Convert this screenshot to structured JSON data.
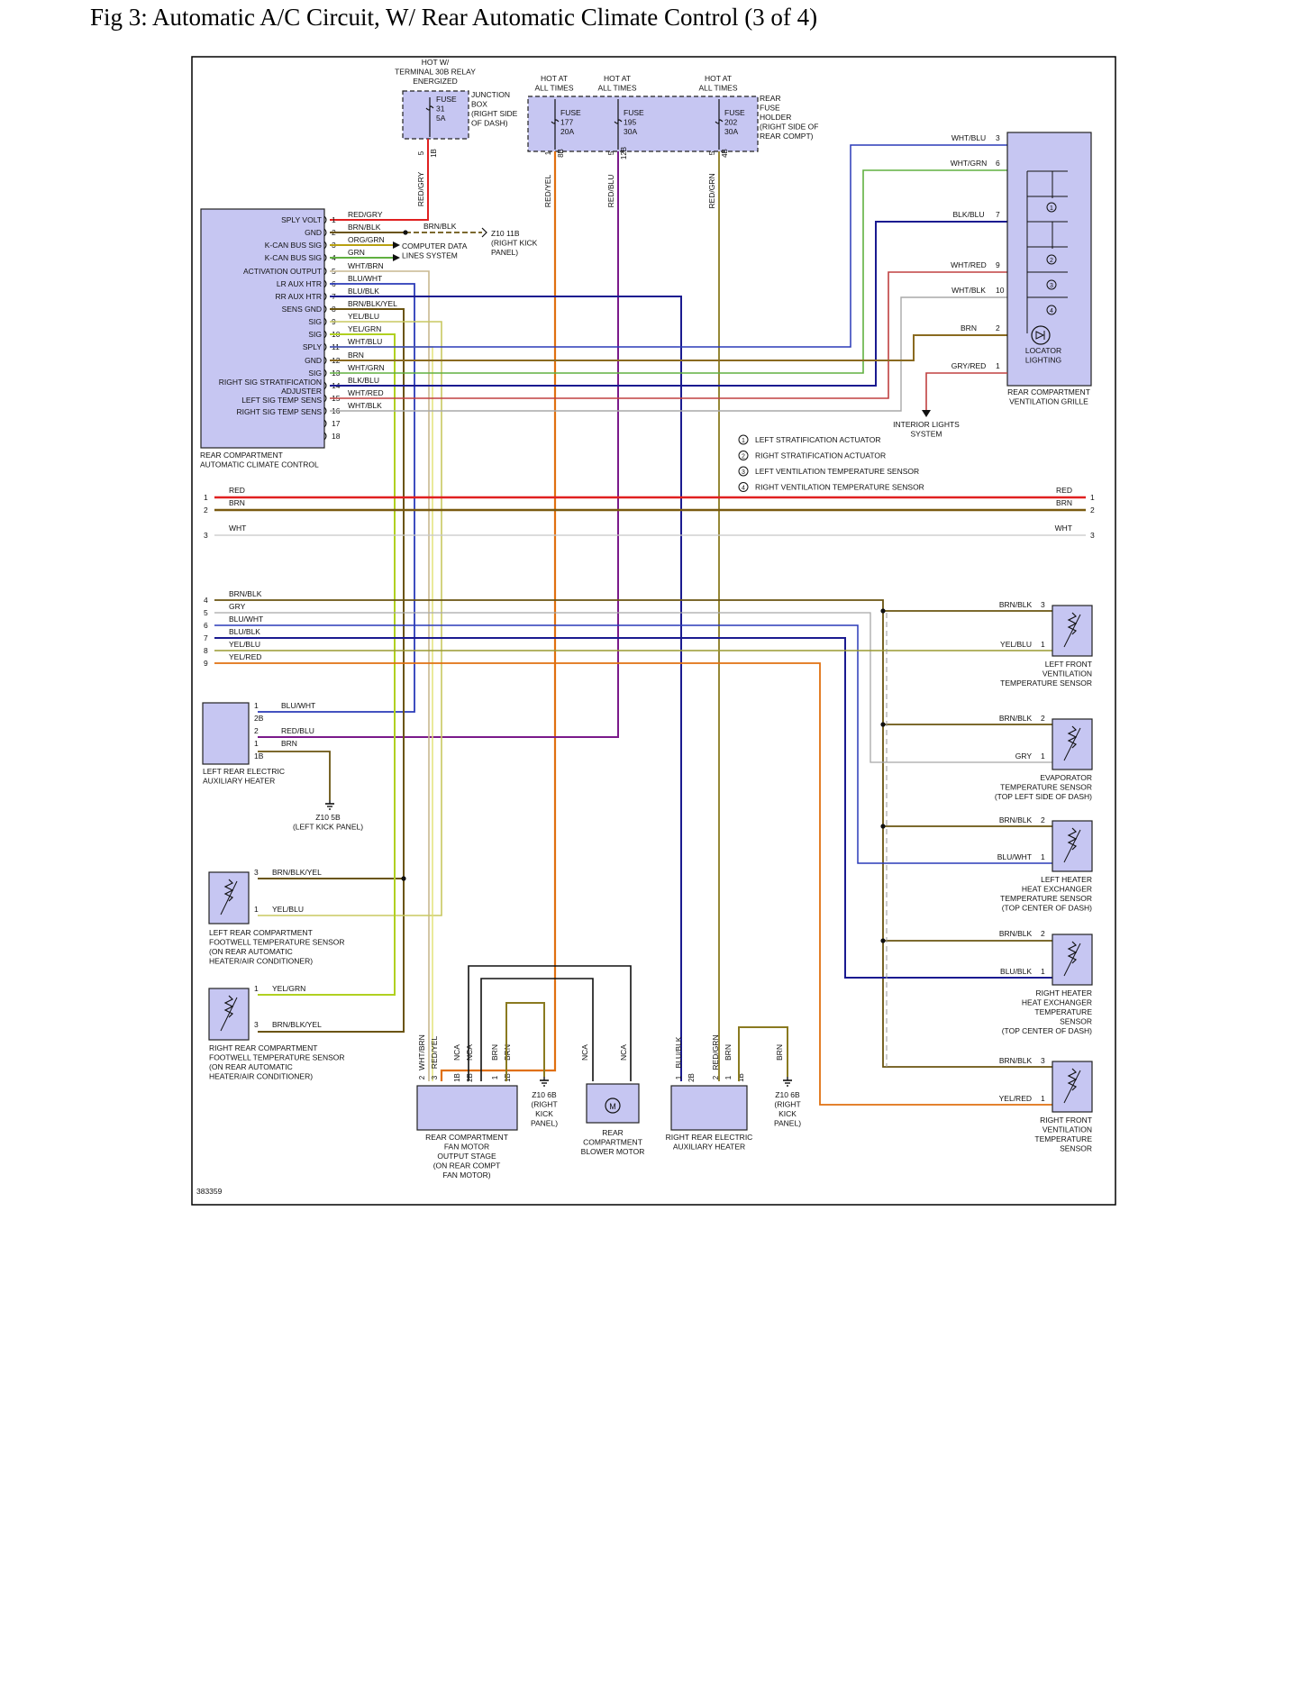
{
  "title": "Fig 3: Automatic A/C Circuit, W/ Rear Automatic Climate Control (3 of 4)",
  "diagram_id": "383359",
  "top": {
    "relay_label": [
      "HOT W/",
      "TERMINAL 30B RELAY",
      "ENERGIZED"
    ],
    "fuse31": [
      "FUSE",
      "31",
      "5A"
    ],
    "junction_box": [
      "JUNCTION",
      "BOX",
      "(RIGHT SIDE",
      "OF DASH)"
    ],
    "hot_at_all_times": [
      "HOT AT",
      "ALL TIMES"
    ],
    "fuse177": [
      "FUSE",
      "177",
      "20A"
    ],
    "fuse195": [
      "FUSE",
      "195",
      "30A"
    ],
    "fuse202": [
      "FUSE",
      "202",
      "30A"
    ],
    "rear_fuse_holder": [
      "REAR",
      "FUSE",
      "HOLDER",
      "(RIGHT SIDE OF",
      "REAR COMPT)"
    ],
    "vert_labels": [
      "RED/GRY",
      "RED/YEL",
      "RED/BLU",
      "RED/GRN"
    ],
    "pin_labels": [
      "5",
      "1B",
      "1",
      "8B",
      "5",
      "12B",
      "5",
      "4B"
    ]
  },
  "ecu": {
    "pin_labels": [
      "SPLY VOLT",
      "GND",
      "K-CAN BUS SIG",
      "K-CAN BUS SIG",
      "ACTIVATION OUTPUT",
      "LR AUX HTR",
      "RR AUX HTR",
      "SENS GND",
      "SIG",
      "SIG",
      "SPLY",
      "GND",
      "SIG",
      "RIGHT SIG STRATIFICATION",
      "ADJUSTER",
      "LEFT SIG TEMP SENS",
      "RIGHT SIG TEMP SENS"
    ],
    "pins": [
      "1",
      "2",
      "3",
      "4",
      "5",
      "6",
      "7",
      "8",
      "9",
      "10",
      "11",
      "12",
      "13",
      "14",
      "15",
      "16",
      "17",
      "18"
    ],
    "wires": [
      "RED/GRY",
      "BRN/BLK",
      "ORG/GRN",
      "GRN",
      "WHT/BRN",
      "BLU/WHT",
      "BLU/BLK",
      "BRN/BLK/YEL",
      "YEL/BLU",
      "YEL/GRN",
      "WHT/BLU",
      "BRN",
      "WHT/GRN",
      "BLK/BLU",
      "WHT/RED",
      "WHT/BLK"
    ],
    "name": [
      "REAR COMPARTMENT",
      "AUTOMATIC CLIMATE CONTROL"
    ],
    "brnblk_label": "BRN/BLK",
    "z10_11b": [
      "Z10 11B",
      "(RIGHT KICK",
      "PANEL)"
    ],
    "cdl": [
      "COMPUTER DATA",
      "LINES SYSTEM"
    ]
  },
  "grille": {
    "wires": [
      "WHT/BLU",
      "WHT/GRN",
      "BLK/BLU",
      "WHT/RED",
      "WHT/BLK",
      "BRN",
      "GRY/RED"
    ],
    "pins": [
      "3",
      "6",
      "7",
      "9",
      "10",
      "2",
      "1"
    ],
    "name": [
      "REAR COMPARTMENT",
      "VENTILATION GRILLE"
    ],
    "locator": [
      "LOCATOR",
      "LIGHTING"
    ],
    "interior": [
      "INTERIOR LIGHTS",
      "SYSTEM"
    ],
    "circles": [
      "1",
      "2",
      "3",
      "4"
    ]
  },
  "legend": [
    {
      "num": "1",
      "text": "LEFT STRATIFICATION ACTUATOR"
    },
    {
      "num": "2",
      "text": "RIGHT STRATIFICATION ACTUATOR"
    },
    {
      "num": "3",
      "text": "LEFT VENTILATION TEMPERATURE SENSOR"
    },
    {
      "num": "4",
      "text": "RIGHT VENTILATION TEMPERATURE SENSOR"
    }
  ],
  "bus_top": [
    {
      "num": "1",
      "label": "RED",
      "color": "#e02020"
    },
    {
      "num": "2",
      "label": "BRN",
      "color": "#7a5a10"
    },
    {
      "num": "3",
      "label": "WHT",
      "color": "#c8c8c8"
    }
  ],
  "bus_mid": [
    {
      "num": "4",
      "label": "BRN/BLK",
      "color": "#6a5410"
    },
    {
      "num": "5",
      "label": "GRY",
      "color": "#a8a8a8"
    },
    {
      "num": "6",
      "label": "BLU/WHT",
      "color": "#4455d0"
    },
    {
      "num": "7",
      "label": "BLU/BLK",
      "color": "#1a1a90"
    },
    {
      "num": "8",
      "label": "YEL/BLU",
      "color": "#9a9a30"
    },
    {
      "num": "9",
      "label": "YEL/RED",
      "color": "#e08010"
    }
  ],
  "right_sensors": [
    {
      "w1": "BRN/BLK",
      "p1": "3",
      "w2": "YEL/BLU",
      "p2": "1",
      "name": [
        "LEFT FRONT",
        "VENTILATION",
        "TEMPERATURE SENSOR"
      ]
    },
    {
      "w1": "BRN/BLK",
      "p1": "2",
      "w2": "GRY",
      "p2": "1",
      "name": [
        "EVAPORATOR",
        "TEMPERATURE SENSOR",
        "(TOP LEFT SIDE OF DASH)"
      ]
    },
    {
      "w1": "BRN/BLK",
      "p1": "2",
      "w2": "BLU/WHT",
      "p2": "1",
      "name": [
        "LEFT HEATER",
        "HEAT EXCHANGER",
        "TEMPERATURE SENSOR",
        "(TOP CENTER OF DASH)"
      ]
    },
    {
      "w1": "BRN/BLK",
      "p1": "2",
      "w2": "BLU/BLK",
      "p2": "1",
      "name": [
        "RIGHT HEATER",
        "HEAT EXCHANGER",
        "TEMPERATURE",
        "SENSOR",
        "(TOP CENTER OF DASH)"
      ]
    },
    {
      "w1": "BRN/BLK",
      "p1": "3",
      "w2": "YEL/RED",
      "p2": "1",
      "name": [
        "RIGHT FRONT",
        "VENTILATION",
        "TEMPERATURE",
        "SENSOR"
      ]
    }
  ],
  "left_heater": {
    "pins": [
      "1",
      "2B",
      "2",
      "1",
      "1B"
    ],
    "wires": [
      "BLU/WHT",
      "RED/BLU",
      "BRN"
    ],
    "name": [
      "LEFT REAR ELECTRIC",
      "AUXILIARY HEATER"
    ],
    "ground": [
      "Z10 5B",
      "(LEFT KICK PANEL)"
    ]
  },
  "footwell_left": {
    "pins": [
      "3",
      "1"
    ],
    "wires": [
      "BRN/BLK/YEL",
      "YEL/BLU"
    ],
    "name": [
      "LEFT REAR COMPARTMENT",
      "FOOTWELL TEMPERATURE SENSOR",
      "(ON REAR AUTOMATIC",
      "HEATER/AIR CONDITIONER)"
    ]
  },
  "footwell_right": {
    "pins": [
      "1",
      "3"
    ],
    "wires": [
      "YEL/GRN",
      "BRN/BLK/YEL"
    ],
    "name": [
      "RIGHT REAR COMPARTMENT",
      "FOOTWELL TEMPERATURE SENSOR",
      "(ON REAR AUTOMATIC",
      "HEATER/AIR CONDITIONER)"
    ]
  },
  "bottom": {
    "fan_stage_wires": [
      "WHT/BRN",
      "RED/YEL",
      "NCA",
      "NCA",
      "BRN",
      "BRN"
    ],
    "fan_stage_pins": [
      "2",
      "3",
      "1B",
      "2B",
      "1",
      "1B"
    ],
    "fan_stage_name": [
      "REAR COMPARTMENT",
      "FAN MOTOR",
      "OUTPUT STAGE",
      "(ON REAR COMPT",
      "FAN MOTOR)"
    ],
    "ground_a": [
      "Z10 6B",
      "(RIGHT",
      "KICK",
      "PANEL)"
    ],
    "blower_wires": [
      "NCA",
      "NCA"
    ],
    "blower_name": [
      "REAR",
      "COMPARTMENT",
      "BLOWER MOTOR"
    ],
    "motor_symbol": "M",
    "rr_heater_wires": [
      "BLU/BLK",
      "RED/GRN",
      "BRN",
      "BRN"
    ],
    "rr_heater_pins": [
      "1",
      "2B",
      "2",
      "1",
      "1B"
    ],
    "rr_heater_name": [
      "RIGHT REAR ELECTRIC",
      "AUXILIARY HEATER"
    ],
    "ground_b": [
      "Z10 6B",
      "(RIGHT",
      "KICK",
      "PANEL)"
    ]
  },
  "colors": {
    "box_fill": "#c6c6f2",
    "red": "#e02020",
    "orange": "#e07010",
    "purple": "#7a1a8a",
    "brown": "#6a5410",
    "gray": "#a8a8a8",
    "blue": "#2a3ab8",
    "navy": "#1a1a90",
    "yellow": "#d8d840",
    "green": "#60b040",
    "lime": "#b0d020"
  }
}
